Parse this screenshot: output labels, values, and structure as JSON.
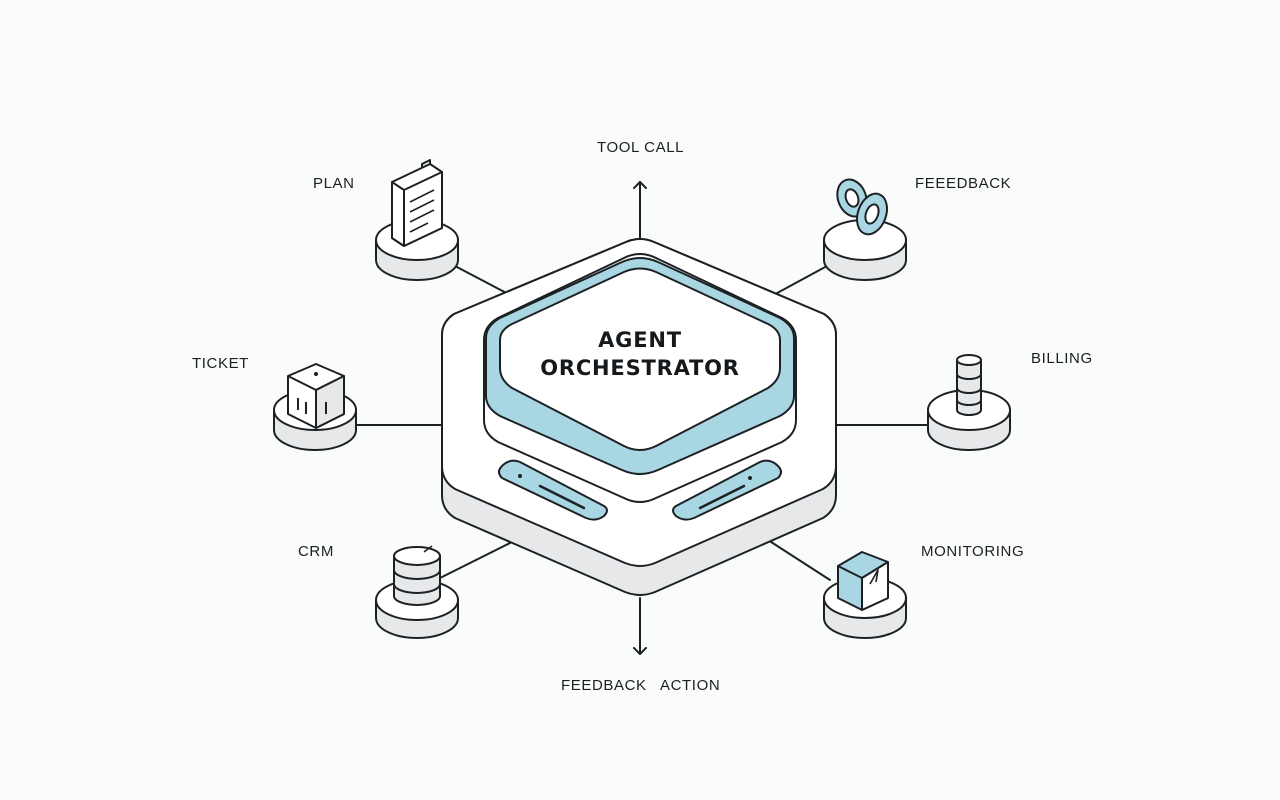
{
  "hub": {
    "title_line1": "AGENT",
    "title_line2": "ORCHESTRATOR"
  },
  "nodes": {
    "plan": "PLAN",
    "ticket": "TICKET",
    "crm": "CRM",
    "feedback_top": "FEEEDBACK",
    "billing": "BILLING",
    "monitoring": "MONITORING"
  },
  "flows": {
    "tool_call": "TOOL CALL",
    "feedback_bottom": "FEEDBACK",
    "action": "ACTION"
  },
  "colors": {
    "accent": "#a9d6e3",
    "stroke": "#1d2124",
    "surface": "#ffffff",
    "shade": "#e6e8ea",
    "background": "#fafbfb"
  }
}
